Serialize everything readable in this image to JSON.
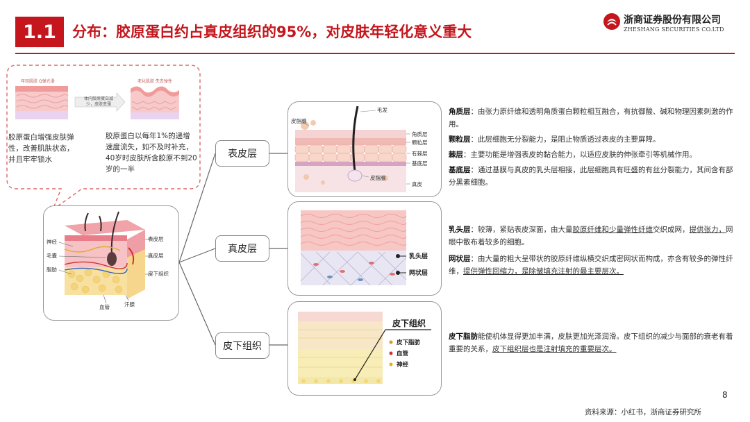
{
  "header": {
    "section_number": "1.1",
    "title": "分布：胶原蛋白约占真皮组织的95%，对皮肤年轻化意义重大"
  },
  "logo": {
    "name_cn": "浙商证券股份有限公司",
    "name_en": "ZHESHANG SECURITIES CO.LTD"
  },
  "callout": {
    "top_left_caption": "年轻肌肤 Q弹光滑",
    "top_right_caption": "老化肌肤 失去弹性",
    "arrow_text": "体内胶原蛋白减少，皮肤变薄",
    "left_text": "胶原蛋白增强皮肤弹性，改善肌肤状态，并且牢牢锁水",
    "right_text": "胶原蛋白以每年1%的递增速度流失，如不及时补充，40岁时皮肤所含胶原不到20岁的一半"
  },
  "skin_diagram": {
    "labels": {
      "nerve": "神经",
      "follicle": "毛囊",
      "fat": "脂肪",
      "epidermis": "表皮层",
      "dermis": "真皮层",
      "subcutis": "皮下组织",
      "vessel": "血管",
      "sweat": "汗腺"
    }
  },
  "layers": [
    {
      "name": "表皮层",
      "image_labels": {
        "hair": "毛发",
        "sebum": "皮脂腺",
        "stratum_corneum": "角质层",
        "stratum_granulosum": "颗粒层",
        "stratum_spinosum": "有棘层",
        "stratum_basale": "基底层",
        "sebaceous": "皮脂腺",
        "dermis": "真皮"
      },
      "items": [
        {
          "term": "角质层",
          "text": "：由张力原纤维和透明角质蛋白颗粒相互融合，有抗御酸、碱和物理因素刺激的作用。"
        },
        {
          "term": "颗粒层",
          "text": "：此层细胞无分裂能力，是阻止物质透过表皮的主要屏障。"
        },
        {
          "term": "棘层",
          "text": "：主要功能是增强表皮的黏合能力，以适应皮肤的伸张牵引等机械作用。"
        },
        {
          "term": "基底层",
          "text": "：通过基膜与真皮的乳头层相接，此层细胞具有旺盛的有丝分裂能力，其间含有部分黑素细胞。"
        }
      ]
    },
    {
      "name": "真皮层",
      "image_labels": {
        "papillary": "乳头层",
        "reticular": "网状层"
      },
      "items": [
        {
          "term": "乳头层",
          "text_a": "：较薄，紧贴表皮深面，由大量",
          "underline_a": "胶原纤维和少量弹性纤维",
          "text_b": "交织成网，",
          "underline_b": "提供张力，",
          "text_c": "网眼中散布着较多的细胞。"
        },
        {
          "term": "网状层",
          "text_a": "：由大量的粗大呈带状的胶原纤维纵横交织成密网状而构成，亦含有较多的弹性纤维，",
          "underline_a": "提供弹性回缩力，是除皱填充注射的最主要层次。"
        }
      ]
    },
    {
      "name": "皮下组织",
      "image_labels": {
        "title": "皮下组织",
        "fat": "皮下脂肪",
        "vessel": "血管",
        "nerve": "神经"
      },
      "items": [
        {
          "term": "皮下脂肪",
          "text_a": "能使机体显得更加丰满，皮肤更加光泽润滑。皮下组织的减少与面部的衰老有着重要的关系，",
          "underline_a": "皮下组织层也是注射填充的重要层次。"
        }
      ]
    }
  ],
  "footer": {
    "page": "8",
    "source": "资料来源：小红书，浙商证券研究所"
  },
  "colors": {
    "brand_red": "#c4161c",
    "skin_pink": "#f1b7b4",
    "fat_yellow": "#f6e4a4"
  }
}
